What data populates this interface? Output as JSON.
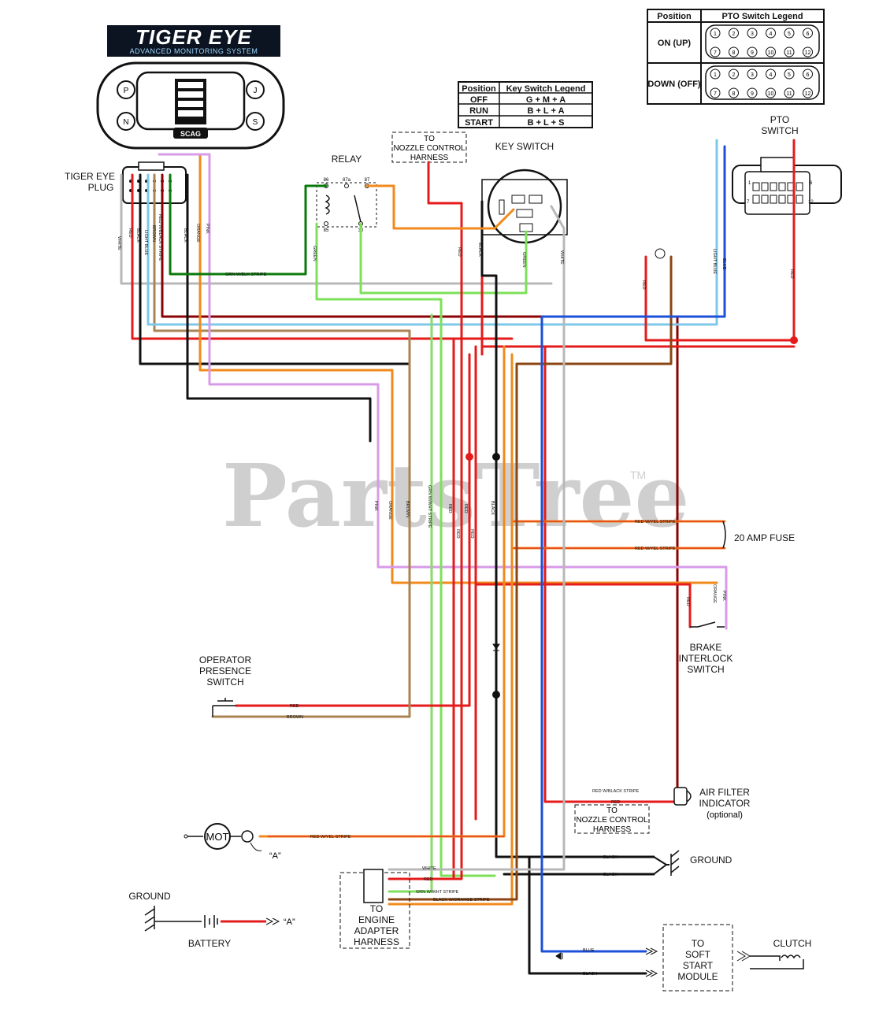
{
  "brand": {
    "title": "TIGER EYE",
    "subtitle": "ADVANCED MONITORING SYSTEM",
    "panel_badge": "SCAG",
    "panel_buttons": [
      "P",
      "N",
      "J",
      "S"
    ]
  },
  "watermark": {
    "text": "PartsTree",
    "tm": "TM"
  },
  "pto_legend": {
    "headers": [
      "Position",
      "PTO Switch Legend"
    ],
    "rows": [
      "ON (UP)",
      "DOWN (OFF)"
    ],
    "pins": [
      "1",
      "2",
      "3",
      "4",
      "5",
      "6",
      "7",
      "8",
      "9",
      "10",
      "11",
      "12"
    ]
  },
  "key_legend": {
    "headers": [
      "Position",
      "Key Switch Legend"
    ],
    "rows": [
      {
        "position": "OFF",
        "value": "G + M + A"
      },
      {
        "position": "RUN",
        "value": "B + L + A"
      },
      {
        "position": "START",
        "value": "B + L + S"
      }
    ]
  },
  "labels": {
    "tiger_eye_plug": [
      "TIGER EYE",
      "PLUG"
    ],
    "relay": "RELAY",
    "relay_pins": [
      "86",
      "87a",
      "87",
      "85",
      "30"
    ],
    "nozzle_top": [
      "TO",
      "NOZZLE CONTROL",
      "HARNESS"
    ],
    "key_switch": "KEY SWITCH",
    "pto_switch": [
      "PTO",
      "SWITCH"
    ],
    "fuse": "20 AMP FUSE",
    "brake": [
      "BRAKE",
      "INTERLOCK",
      "SWITCH"
    ],
    "operator": [
      "OPERATOR",
      "PRESENCE",
      "SWITCH"
    ],
    "air_filter": [
      "AIR FILTER",
      "INDICATOR",
      "(optional)"
    ],
    "nozzle_bottom": [
      "TO",
      "NOZZLE CONTROL",
      "HARNESS"
    ],
    "ground_right": "GROUND",
    "motor": "MOT",
    "motor_tag": "“A”",
    "ground_left": "GROUND",
    "battery": "BATTERY",
    "battery_tag": "“A”",
    "engine": [
      "TO",
      "ENGINE",
      "ADAPTER",
      "HARNESS"
    ],
    "soft_start": [
      "TO",
      "SOFT",
      "START",
      "MODULE"
    ],
    "clutch": "CLUTCH",
    "pto_pin_labels": [
      "1",
      "6",
      "7",
      "12"
    ]
  },
  "wires": {
    "white": "WHITE",
    "red": "RED",
    "black": "BLACK",
    "red_blk": "RED W/BLACK STRIPE",
    "brown": "BROWN",
    "light_blue": "LIGHT BLUE",
    "orange": "ORANGE",
    "pink": "PINK",
    "grn_blk": "GRN W/BLK STRIPE",
    "green": "GREEN",
    "grn_wht": "GRN W/WHT STRIPE",
    "red_yel": "RED W/YEL STRIPE",
    "blue": "BLUE",
    "blk_orange": "BLACK W/ORANGE STRIPE"
  },
  "colors": {
    "red": "#e51b1b",
    "dark_red": "#8b0000",
    "black": "#111111",
    "white_wire": "#b8b8b8",
    "light_blue": "#7ec8ea",
    "blue": "#1d4fd8",
    "brown": "#a88453",
    "orange": "#f08a1c",
    "pink": "#d79be8",
    "green": "#7ee05a",
    "dark_green": "#0a7a0a"
  }
}
